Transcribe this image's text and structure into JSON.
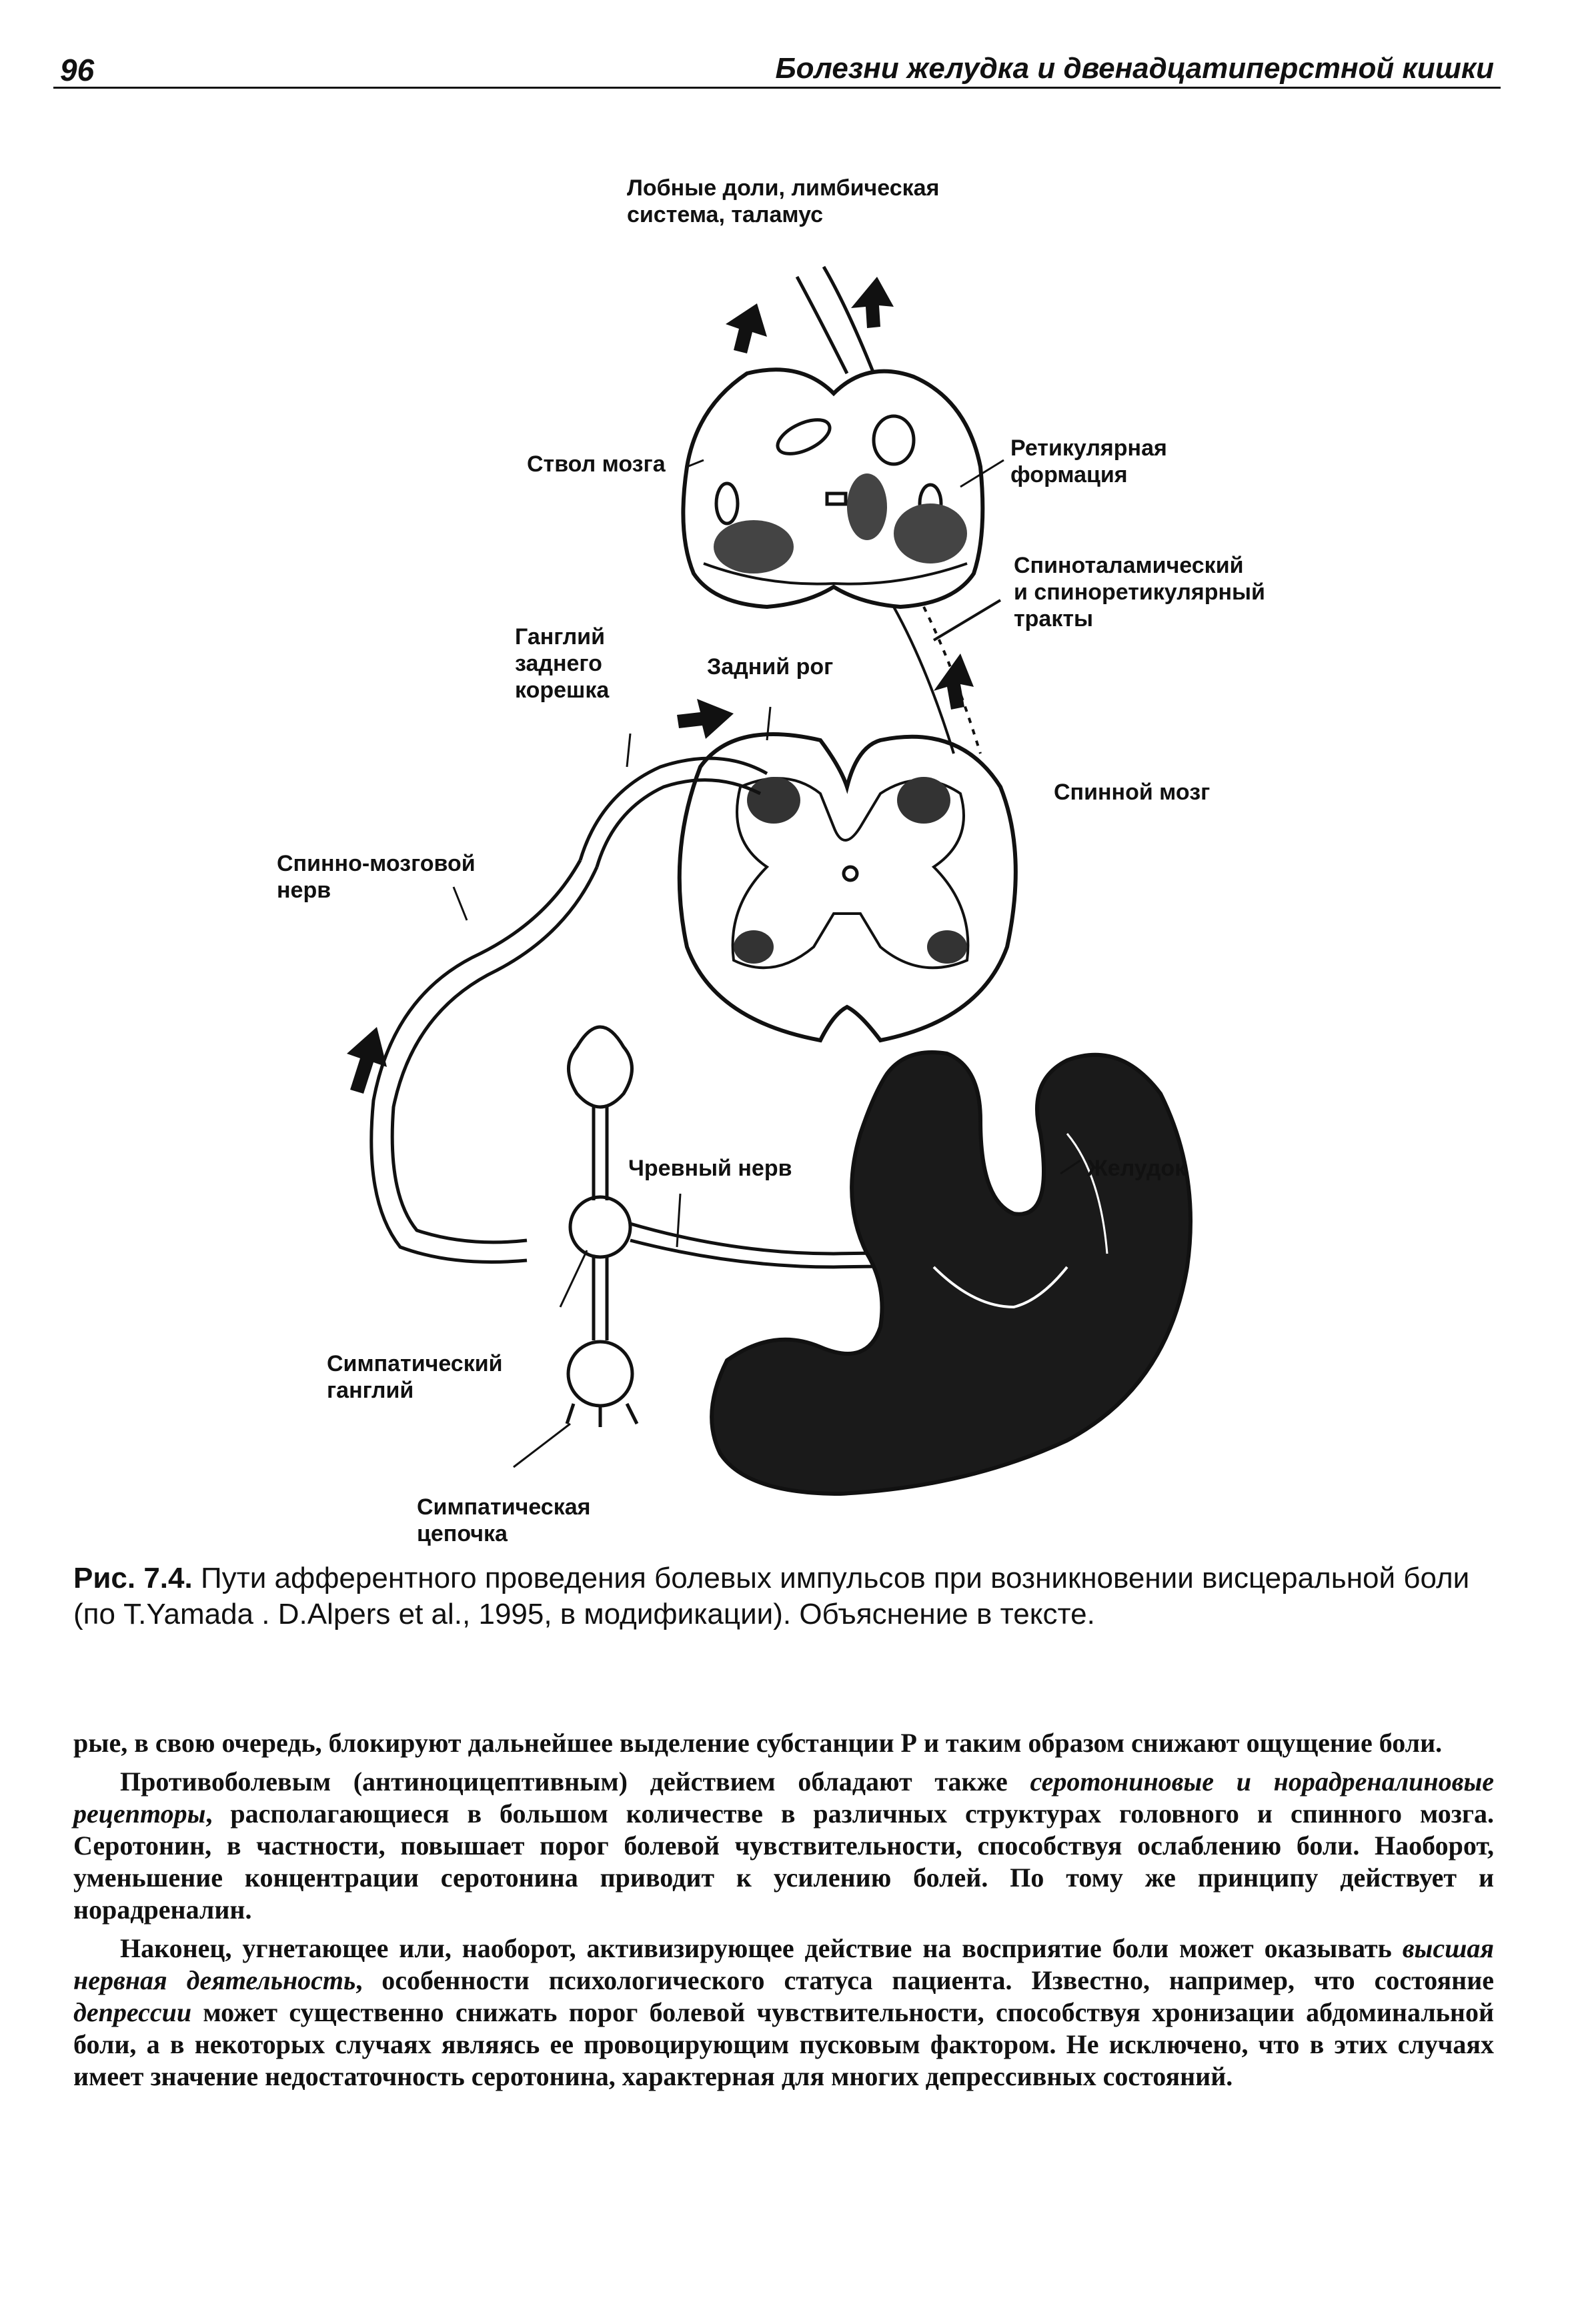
{
  "header": {
    "page_number": "96",
    "running_title": "Болезни желудка и двенадцатиперстной кишки"
  },
  "figure": {
    "labels": {
      "frontal": "Лобные доли, лимбическая\nсистема, таламус",
      "brainstem": "Ствол мозга",
      "reticular": "Ретикулярная\nформация",
      "spinothalamic": "Спиноталамический\nи спиноретикулярный\nтракты",
      "ganglion_dorsal": "Ганглий\nзаднего\nкорешка",
      "dorsal_horn": "Задний рог",
      "spinal_cord": "Спинной мозг",
      "spinal_nerve": "Спинно-мозговой\nнерв",
      "celiac_nerve": "Чревный нерв",
      "stomach": "Желудок",
      "sympathetic_ganglion": "Симпатический\nганглий",
      "sympathetic_chain": "Симпатическая\nцепочка"
    },
    "colors": {
      "ink": "#111111",
      "paper": "#ffffff"
    }
  },
  "caption": {
    "number": "Рис. 7.4.",
    "text": "Пути афферентного проведения болевых импульсов при возникновении висцеральной боли (по T.Yamada . D.Alpers et al., 1995, в модификации). Объяснение в тексте."
  },
  "body": {
    "p1": "рые, в свою очередь, блокируют дальнейшее выделение субстанции Р и таким образом снижают ощущение боли.",
    "p2_a": "Противоболевым (антиноцицептивным) действием обладают также ",
    "p2_em": "серотониновые и норадреналиновые рецепторы",
    "p2_b": ", располагающиеся в большом количестве в различных структурах головного и спинного мозга. Серотонин, в частности, повышает порог болевой чувствительности, способствуя ослаблению боли. Наоборот, уменьшение концентрации серотонина приводит к усилению болей. По тому же принципу действует и норадреналин.",
    "p3_a": "Наконец, угнетающее или, наоборот, активизирующее действие на восприятие боли может оказывать ",
    "p3_em1": "высшая нервная деятельность",
    "p3_b": ", особенности психологического статуса пациента. Известно, например, что состояние ",
    "p3_em2": "депрессии",
    "p3_c": " может существенно снижать порог болевой чувствительности, способствуя хронизации абдоминальной боли, а в некоторых случаях являясь ее провоцирующим пусковым фактором. Не исключено, что в этих случаях имеет значение недостаточность серотонина, характерная для многих депрессивных состояний."
  }
}
